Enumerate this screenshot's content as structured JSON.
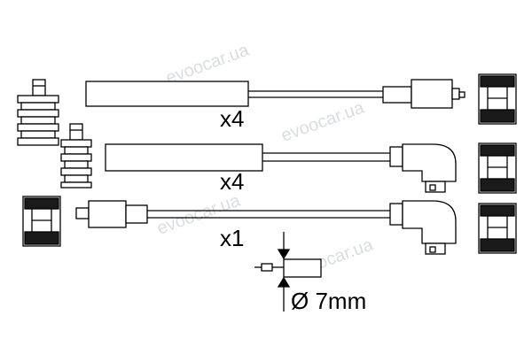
{
  "watermark": "evoocar.ua",
  "labels": {
    "qty_row1": "x4",
    "qty_row2": "x4",
    "qty_row3": "x1",
    "diameter": "Ø 7mm"
  },
  "colors": {
    "line": "#000000",
    "dark_fill": "#1a1a1a",
    "watermark": "#d9dde2"
  }
}
